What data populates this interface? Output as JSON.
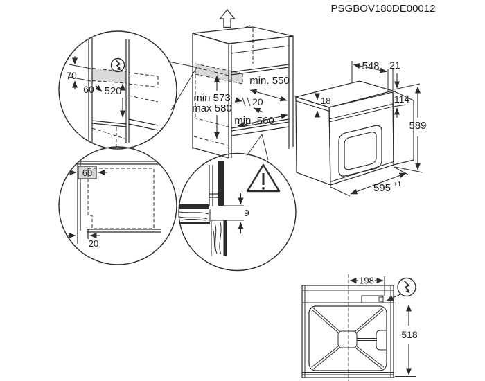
{
  "title": "PSGBOV180DE00012",
  "colors": {
    "line": "#2b2b2b",
    "shade": "#d9d9d9",
    "background": "#ffffff"
  },
  "main_cabinet": {
    "niche_depth_top": "min. 550",
    "shelf_setback": "20",
    "niche_height_min": "min 573",
    "niche_height_max": "max 580",
    "niche_depth_bottom": "min. 560"
  },
  "detail_connection_zone": {
    "zone_height": "70",
    "front_offset": "60",
    "height_above_shelf": "520"
  },
  "detail_top_view_cabinet": {
    "zone_width": "60",
    "front_gap": "20"
  },
  "detail_rear_gap": {
    "gap": "9"
  },
  "oven": {
    "depth": "548",
    "door_overhang": "21",
    "top_clearance": "18",
    "control_panel_height": "114",
    "height": "589",
    "width": "595",
    "width_tolerance": "±1"
  },
  "oven_top_view": {
    "mains_offset": "198",
    "depth": "518"
  }
}
